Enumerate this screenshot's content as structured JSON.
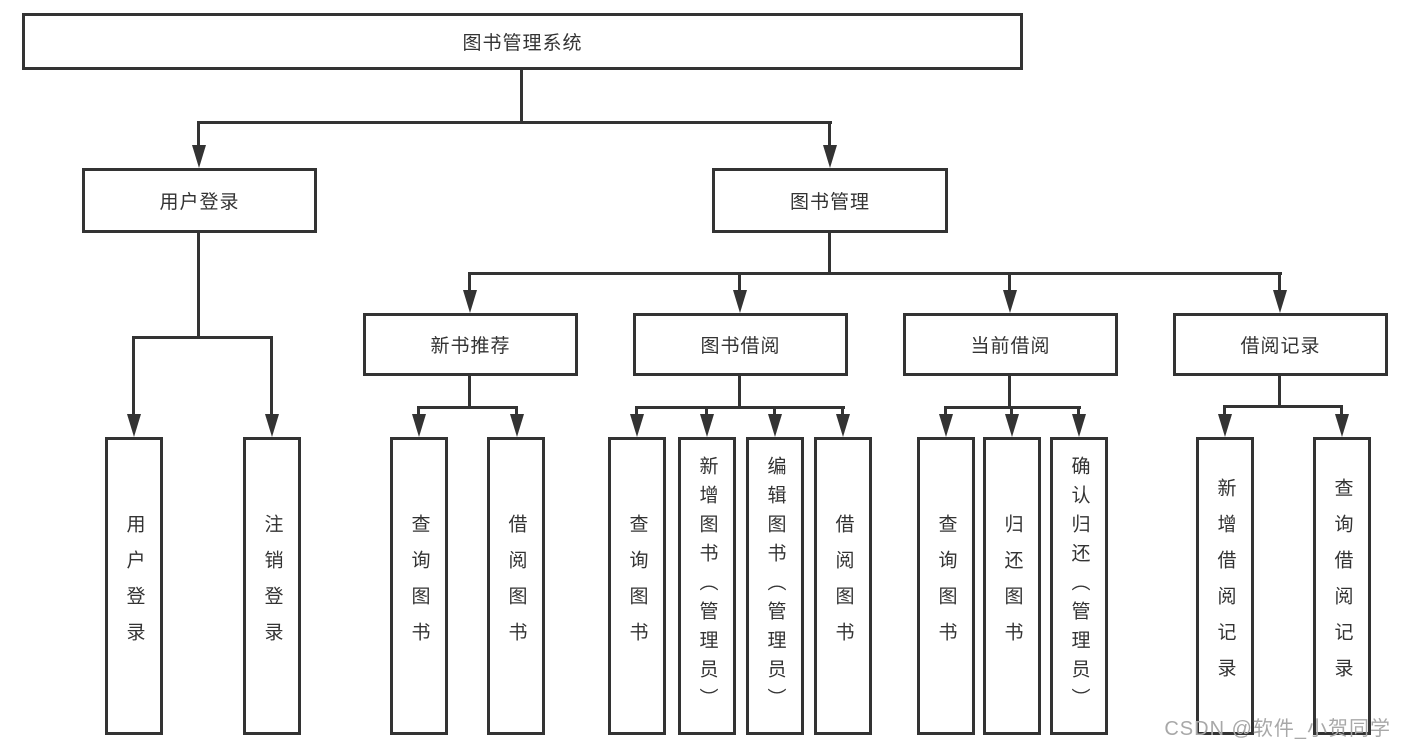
{
  "diagram": {
    "title_node": "图书管理系统",
    "root": {
      "label": "图书管理系统"
    },
    "branches": [
      {
        "label": "用户登录",
        "children": [
          {
            "label": "用户登录"
          },
          {
            "label": "注销登录"
          }
        ]
      },
      {
        "label": "图书管理",
        "children": [
          {
            "label": "新书推荐",
            "children": [
              {
                "label": "查询图书"
              },
              {
                "label": "借阅图书"
              }
            ]
          },
          {
            "label": "图书借阅",
            "children": [
              {
                "label": "查询图书"
              },
              {
                "label": "新增图书（管理员）"
              },
              {
                "label": "编辑图书（管理员）"
              },
              {
                "label": "借阅图书"
              }
            ]
          },
          {
            "label": "当前借阅",
            "children": [
              {
                "label": "查询图书"
              },
              {
                "label": "归还图书"
              },
              {
                "label": "确认归还（管理员）"
              }
            ]
          },
          {
            "label": "借阅记录",
            "children": [
              {
                "label": "新增借阅记录"
              },
              {
                "label": "查询借阅记录"
              }
            ]
          }
        ]
      }
    ]
  },
  "colors": {
    "line": "#333333",
    "text": "#333333",
    "background": "#ffffff",
    "watermark": "#a8a8a8"
  },
  "watermark": {
    "text": "CSDN @软件_小贺同学"
  }
}
